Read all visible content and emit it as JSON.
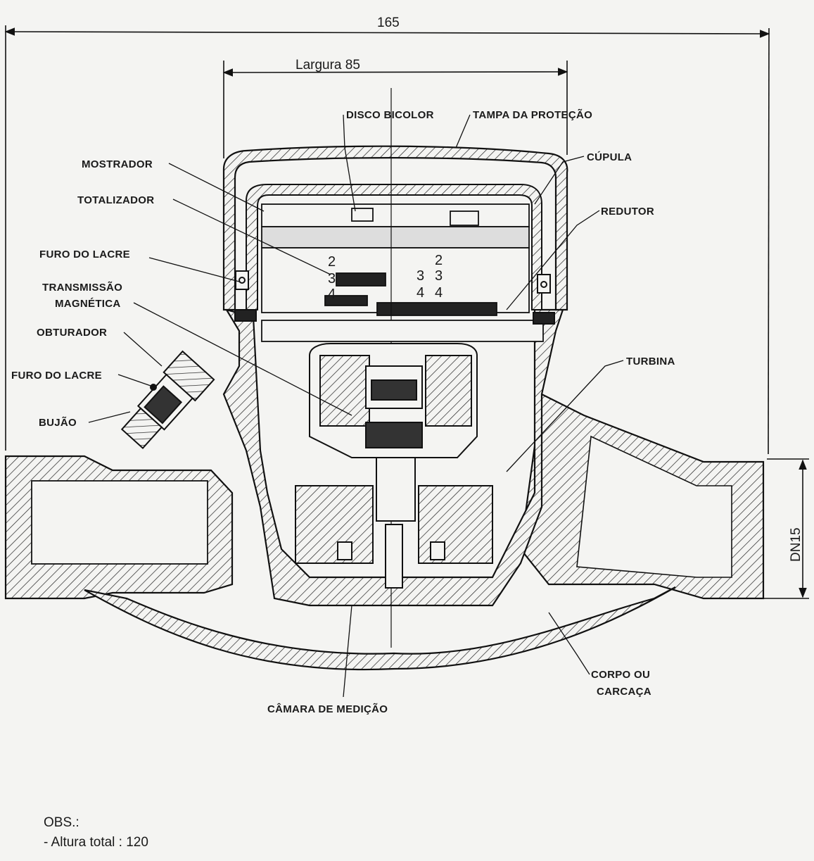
{
  "dimensions": {
    "overall_length": "165",
    "width": "Largura 85",
    "pipe_size": "DN15"
  },
  "labels": {
    "disco_bicolor": "DISCO BICOLOR",
    "tampa": "TAMPA DA PROTEÇÃO",
    "mostrador": "MOSTRADOR",
    "cupula": "CÚPULA",
    "totalizador": "TOTALIZADOR",
    "redutor": "REDUTOR",
    "furo_lacre_1": "FURO DO LACRE",
    "transmissao_1": "TRANSMISSÃO",
    "transmissao_2": "MAGNÉTICA",
    "obturador": "OBTURADOR",
    "turbina": "TURBINA",
    "furo_lacre_2": "FURO DO LACRE",
    "bujao": "BUJÃO",
    "corpo_1": "CORPO OU",
    "corpo_2": "CARCAÇA",
    "camara": "CÂMARA DE MEDIÇÃO"
  },
  "register_digits": {
    "left": [
      "2",
      "3",
      "4"
    ],
    "right_a": [
      "3",
      "4"
    ],
    "right_b": [
      "2",
      "3",
      "4"
    ]
  },
  "notes": {
    "title": "OBS.:",
    "line1": "- Altura total : 120"
  }
}
